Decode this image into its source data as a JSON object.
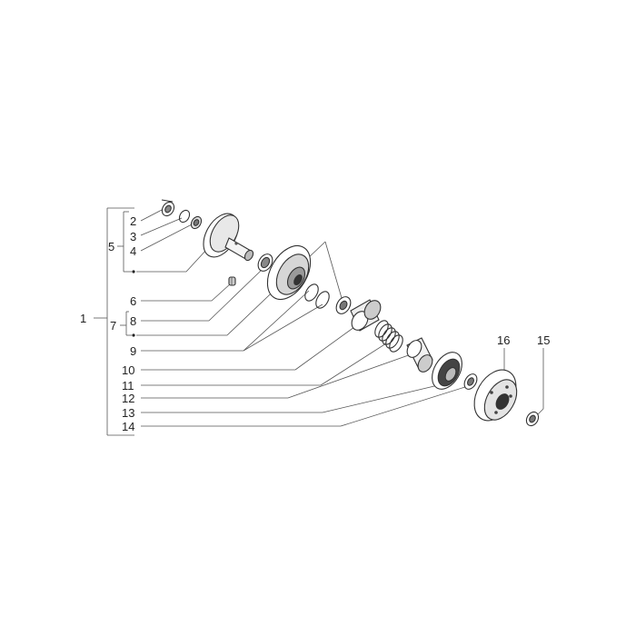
{
  "labels": {
    "l1": "1",
    "l2": "2",
    "l3": "3",
    "l4": "4",
    "l5": "5",
    "l6": "6",
    "l7": "7",
    "l8": "8",
    "l9": "9",
    "l10": "10",
    "l11": "11",
    "l12": "12",
    "l13": "13",
    "l14": "14",
    "l15": "15",
    "l16": "16"
  },
  "colors": {
    "ink": "#333333",
    "light": "#ffffff",
    "shade": "#bdbdbd",
    "dark": "#6a6a6a"
  }
}
